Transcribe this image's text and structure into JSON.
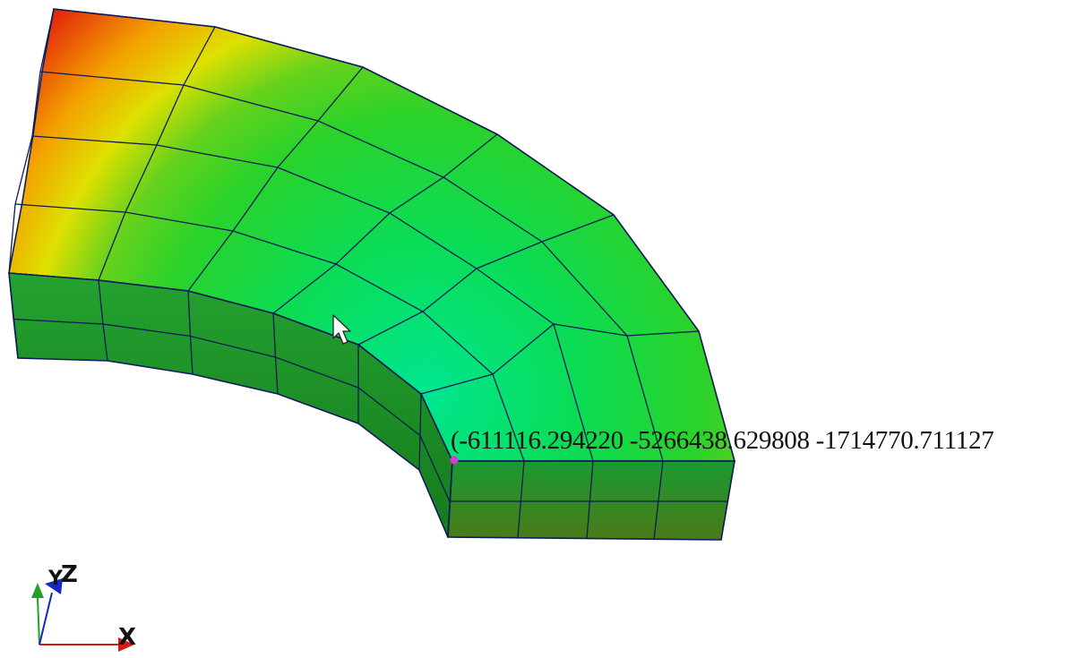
{
  "viewport": {
    "pick_readout": "(-611116.294220 -5266438.629808 -1714770.711127",
    "axes": {
      "x": "X",
      "y": "Y",
      "z": "Z"
    },
    "colors": {
      "background": "#ffffff",
      "top_inner": "#00e07a",
      "top_mid": "#22d22a",
      "top_yellow": "#e8e000",
      "top_outer": "#e21a0c",
      "side_face": "#1a8e22",
      "edge": "#101d5c",
      "pick_point": "#d63bd6",
      "axis_x": "#d41c1c",
      "axis_y": "#21a321",
      "axis_z": "#1427c8"
    },
    "cursor": "arrow-pointer"
  }
}
